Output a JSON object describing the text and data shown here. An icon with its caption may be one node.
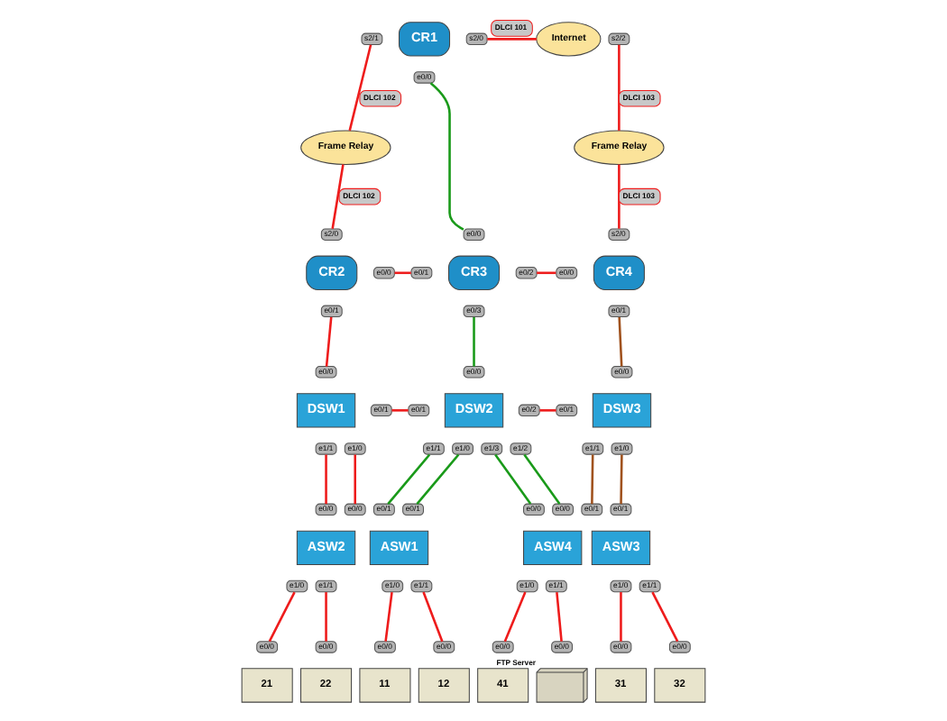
{
  "diagram": {
    "nodes": [
      {
        "text": [
          "CR1"
        ]
      },
      {
        "text": [
          "s2/1"
        ]
      },
      {
        "text": [
          "s2/0"
        ]
      },
      {
        "text": [
          "s2/2"
        ]
      },
      {
        "text": [
          "e0/0"
        ]
      },
      {
        "text": [
          "Internet"
        ]
      },
      {
        "text": [
          "Frame Relay"
        ]
      },
      {
        "text": [
          "Frame Relay"
        ]
      },
      {
        "text": [
          "CR2"
        ]
      },
      {
        "text": [
          "s2/0"
        ]
      },
      {
        "text": [
          "e0/0"
        ]
      },
      {
        "text": [
          "e0/1"
        ]
      },
      {
        "text": [
          "CR3"
        ]
      },
      {
        "text": [
          "e0/0"
        ]
      },
      {
        "text": [
          "e0/1"
        ]
      },
      {
        "text": [
          "e0/2"
        ]
      },
      {
        "text": [
          "e0/3"
        ]
      },
      {
        "text": [
          "CR4"
        ]
      },
      {
        "text": [
          "s2/0"
        ]
      },
      {
        "text": [
          "e0/0"
        ]
      },
      {
        "text": [
          "e0/1"
        ]
      },
      {
        "text": [
          "DSW1"
        ]
      },
      {
        "text": [
          "e0/0"
        ]
      },
      {
        "text": [
          "e0/1"
        ]
      },
      {
        "text": [
          "e1/0"
        ]
      },
      {
        "text": [
          "e1/1"
        ]
      },
      {
        "text": [
          "DSW2"
        ]
      },
      {
        "text": [
          "e0/0"
        ]
      },
      {
        "text": [
          "e0/1"
        ]
      },
      {
        "text": [
          "e0/2"
        ]
      },
      {
        "text": [
          "e1/0"
        ]
      },
      {
        "text": [
          "e1/1"
        ]
      },
      {
        "text": [
          "e1/2"
        ]
      },
      {
        "text": [
          "e1/3"
        ]
      },
      {
        "text": [
          "DSW3"
        ]
      },
      {
        "text": [
          "e0/0"
        ]
      },
      {
        "text": [
          "e0/1"
        ]
      },
      {
        "text": [
          "e1/0"
        ]
      },
      {
        "text": [
          "e1/1"
        ]
      },
      {
        "text": [
          "ASW1"
        ]
      },
      {
        "text": [
          "e0/0"
        ]
      },
      {
        "text": [
          "e0/1"
        ]
      },
      {
        "text": [
          "e1/0"
        ]
      },
      {
        "text": [
          "e1/1"
        ]
      },
      {
        "text": [
          "ASW2"
        ]
      },
      {
        "text": [
          "e0/0"
        ]
      },
      {
        "text": [
          "e0/1"
        ]
      },
      {
        "text": [
          "e1/0"
        ]
      },
      {
        "text": [
          "e1/1"
        ]
      },
      {
        "text": [
          "ASW3"
        ]
      },
      {
        "text": [
          "e0/0"
        ]
      },
      {
        "text": [
          "e0/1"
        ]
      },
      {
        "text": [
          "e1/0"
        ]
      },
      {
        "text": [
          "e1/1"
        ]
      },
      {
        "text": [
          "ASW4"
        ]
      },
      {
        "text": [
          "e0/0"
        ]
      },
      {
        "text": [
          "e0/1"
        ]
      },
      {
        "text": [
          "e1/0"
        ]
      },
      {
        "text": [
          "e1/1"
        ]
      },
      {
        "text": [
          "11"
        ]
      },
      {
        "text": [
          "e0/0"
        ]
      },
      {
        "text": [
          "12"
        ]
      },
      {
        "text": [
          "e0/0"
        ]
      },
      {
        "text": [
          "21"
        ]
      },
      {
        "text": [
          "e0/0"
        ]
      },
      {
        "text": [
          "22"
        ]
      },
      {
        "text": [
          "e0/0"
        ]
      },
      {
        "text": [
          "31"
        ]
      },
      {
        "text": [
          "e0/0"
        ]
      },
      {
        "text": [
          "32"
        ]
      },
      {
        "text": [
          "e0/0"
        ]
      },
      {
        "text": [
          "41"
        ]
      },
      {
        "text": [
          "e0/0"
        ]
      },
      {
        "text": [],
        "shape": "box",
        "beside": [
          "FTP Server"
        ]
      },
      {
        "text": [
          "e0/0"
        ]
      }
    ],
    "edges": [
      {
        "from": 2,
        "to": 5,
        "arrow": "none",
        "label": "DLCI 101"
      },
      {
        "from": 1,
        "to": 6,
        "arrow": "none",
        "label": "DLCI 102"
      },
      {
        "from": 6,
        "to": 9,
        "arrow": "none",
        "label": "DLCI 102"
      },
      {
        "from": 3,
        "to": 7,
        "arrow": "none",
        "label": "DLCI 103"
      },
      {
        "from": 7,
        "to": 18,
        "arrow": "none",
        "label": "DLCI 103"
      },
      {
        "from": 4,
        "to": 13,
        "arrow": "none",
        "color": "#1a9a1a"
      },
      {
        "from": 10,
        "to": 14,
        "arrow": "none"
      },
      {
        "from": 15,
        "to": 19,
        "arrow": "none"
      },
      {
        "from": 11,
        "to": 22,
        "arrow": "none"
      },
      {
        "from": 16,
        "to": 27,
        "arrow": "none",
        "color": "#1a9a1a"
      },
      {
        "from": 20,
        "to": 35,
        "arrow": "none",
        "color": "#a0521e"
      },
      {
        "from": 23,
        "to": 28,
        "arrow": "none"
      },
      {
        "from": 29,
        "to": 36,
        "arrow": "none"
      },
      {
        "from": 24,
        "to": 40,
        "arrow": "none"
      },
      {
        "from": 25,
        "to": 45,
        "arrow": "none"
      },
      {
        "from": 30,
        "to": 41,
        "arrow": "none",
        "color": "#1a9a1a"
      },
      {
        "from": 31,
        "to": 46,
        "arrow": "none",
        "color": "#1a9a1a"
      },
      {
        "from": 32,
        "to": 50,
        "arrow": "none",
        "color": "#1a9a1a"
      },
      {
        "from": 33,
        "to": 55,
        "arrow": "none",
        "color": "#1a9a1a"
      },
      {
        "from": 37,
        "to": 51,
        "arrow": "none",
        "color": "#a0521e"
      },
      {
        "from": 38,
        "to": 56,
        "arrow": "none",
        "color": "#a0521e"
      },
      {
        "from": 42,
        "to": 60,
        "arrow": "none"
      },
      {
        "from": 43,
        "to": 62,
        "arrow": "none"
      },
      {
        "from": 47,
        "to": 64,
        "arrow": "none"
      },
      {
        "from": 48,
        "to": 66,
        "arrow": "none"
      },
      {
        "from": 52,
        "to": 68,
        "arrow": "none"
      },
      {
        "from": 53,
        "to": 70,
        "arrow": "none"
      },
      {
        "from": 57,
        "to": 72,
        "arrow": "none"
      },
      {
        "from": 58,
        "to": 74,
        "arrow": "none"
      }
    ]
  }
}
